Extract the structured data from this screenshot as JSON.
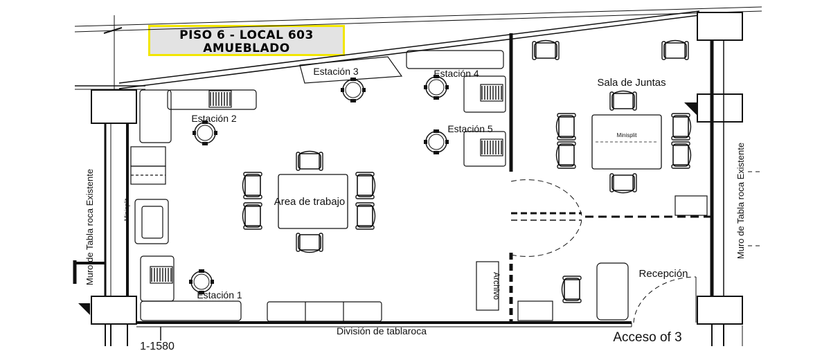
{
  "title": {
    "line1": "PISO 6 - LOCAL 603",
    "line2": "AMUEBLADO"
  },
  "rooms": {
    "sala_juntas": "Sala de Juntas",
    "area_trabajo": "Area de trabajo",
    "recepcion": "Recepción",
    "archivo": "Archivo"
  },
  "stations": {
    "e1": "Estación 1",
    "e2": "Estación 2",
    "e3": "Estación 3",
    "e4": "Estación 4",
    "e5": "Estación 5"
  },
  "equipment": {
    "minisplit_left": "Minisplit",
    "minisplit_table": "Minisplit"
  },
  "walls": {
    "left": "Muro de Tabla roca Existente",
    "right": "Muro de Tabla roca Existente",
    "bottom": "División de tablaroca"
  },
  "access": "Acceso of 3",
  "corner_note": "1-1580",
  "colors": {
    "line": "#111111",
    "title_bg": "#e3e3e3",
    "title_border": "#f2e600"
  }
}
